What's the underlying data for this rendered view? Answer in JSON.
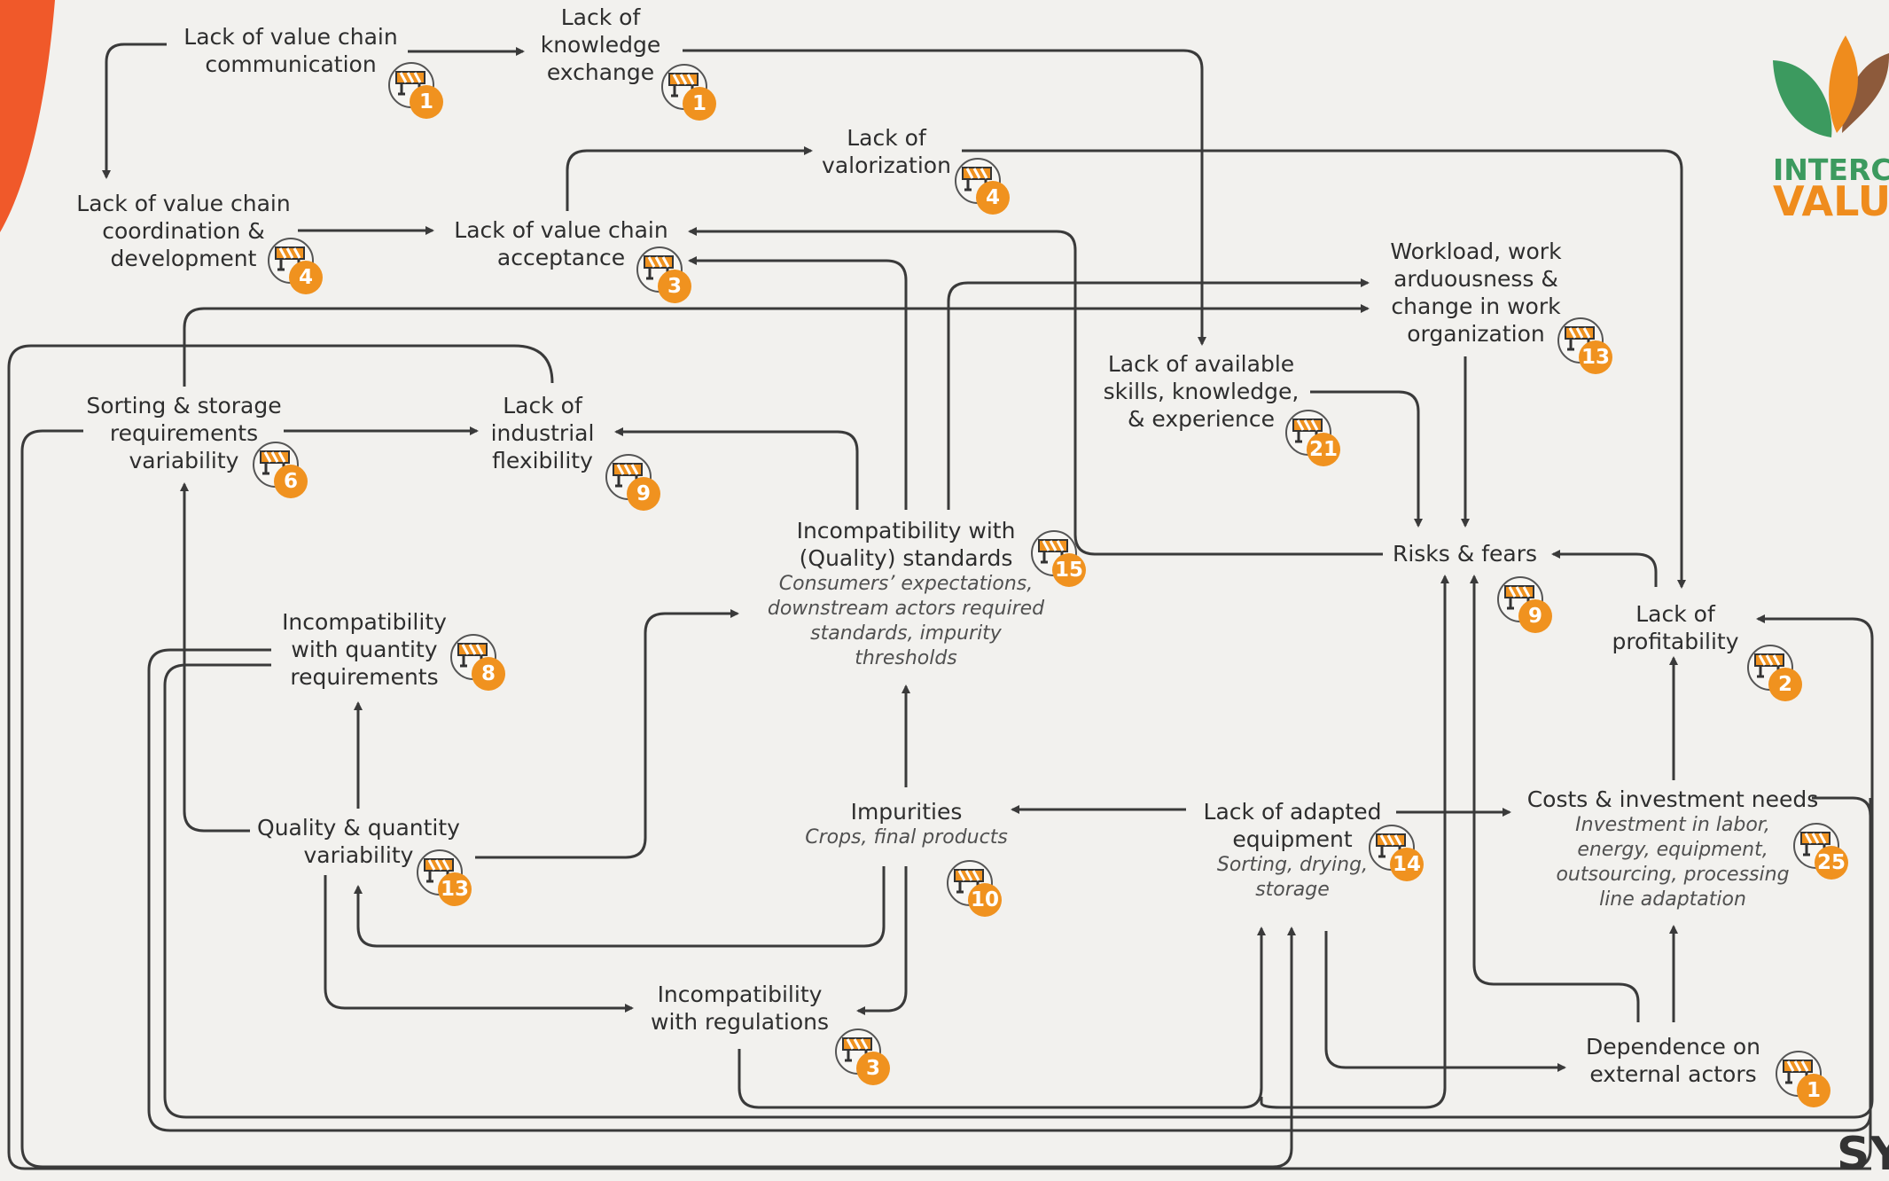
{
  "logo": {
    "line1": "INTERCRO",
    "line2": "VALUE"
  },
  "corner_text": "SY",
  "colors": {
    "accent_orange": "#f0921f",
    "logo_green": "#3c9a5f",
    "line": "#3a3a3a",
    "decor_red": "#f0592a"
  },
  "nodes": {
    "n1": {
      "title": "Lack of value chain\ncommunication",
      "count": "1"
    },
    "n2": {
      "title": "Lack of\nknowledge\nexchange",
      "count": "1"
    },
    "n3": {
      "title": "Lack of\nvalorization",
      "count": "4"
    },
    "n4": {
      "title": "Lack of value chain\ncoordination &\ndevelopment",
      "count": "4"
    },
    "n5": {
      "title": "Lack of value chain\nacceptance",
      "count": "3"
    },
    "n6": {
      "title": "Workload, work\narduousness &\nchange in work\norganization",
      "count": "13"
    },
    "n7": {
      "title": "Lack of available\nskills, knowledge,\n& experience",
      "count": "21"
    },
    "n8": {
      "title": "Sorting & storage\nrequirements\nvariability",
      "count": "6"
    },
    "n9": {
      "title": "Lack of\nindustrial\nflexibility",
      "count": "9"
    },
    "n10": {
      "title": "Incompatibility with\n(Quality) standards",
      "subtitle": "Consumers’ expectations,\ndownstream actors required\nstandards, impurity\nthresholds",
      "count": "15"
    },
    "n11": {
      "title": "Risks & fears",
      "count": "9"
    },
    "n12": {
      "title": "Lack of\nprofitability",
      "count": "2"
    },
    "n13": {
      "title": "Incompatibility\nwith quantity\nrequirements",
      "count": "8"
    },
    "n14": {
      "title": "Quality & quantity\nvariability",
      "count": "13"
    },
    "n15": {
      "title": "Impurities",
      "subtitle": "Crops, final products",
      "count": "10"
    },
    "n16": {
      "title": "Lack of adapted\nequipment",
      "subtitle": "Sorting, drying,\nstorage",
      "count": "14"
    },
    "n17": {
      "title": "Costs & investment needs",
      "subtitle": "Investment in labor,\nenergy, equipment,\noutsourcing, processing\nline adaptation",
      "count": "25"
    },
    "n18": {
      "title": "Incompatibility\nwith regulations",
      "count": "3"
    },
    "n19": {
      "title": "Dependence on\nexternal actors",
      "count": "1"
    }
  }
}
